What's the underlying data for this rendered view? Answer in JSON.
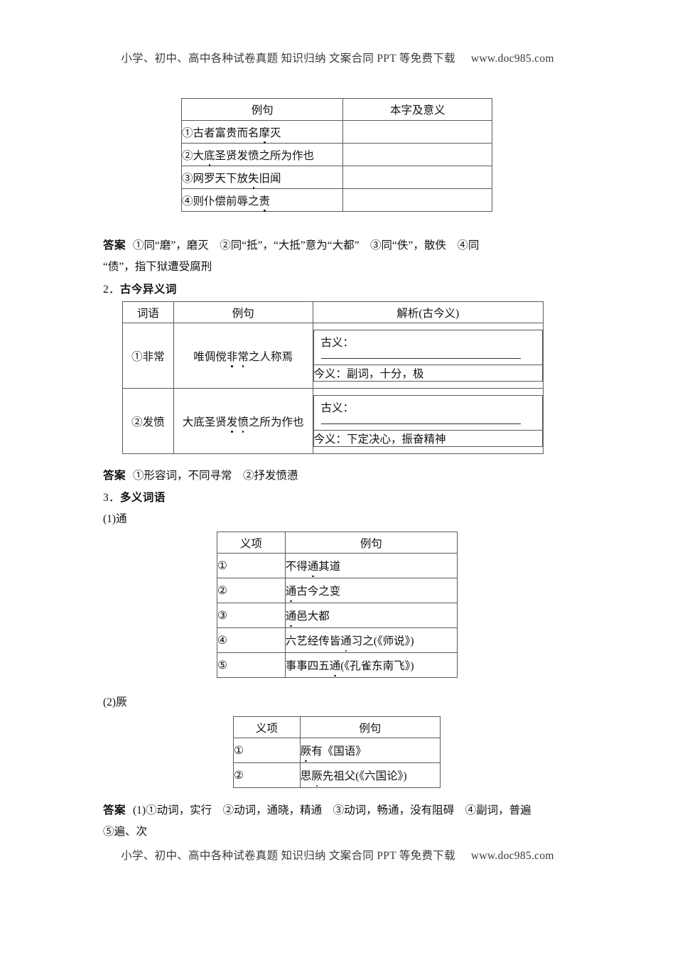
{
  "watermark": {
    "text": "小学、初中、高中各种试卷真题 知识归纳 文案合同 PPT 等免费下载",
    "url": "www.doc985.com"
  },
  "tables": {
    "tongjiazi": {
      "headers": [
        "例句",
        "本字及意义"
      ],
      "rows": [
        {
          "example_prefix": "①古者富贵而名",
          "example_dot": "摩",
          "example_suffix": "灭",
          "answer": ""
        },
        {
          "example_prefix": "②大",
          "example_dot": "底",
          "example_suffix": "圣贤发愤之所为作也",
          "answer": ""
        },
        {
          "example_prefix": "③网罗天下放",
          "example_dot": "失",
          "example_suffix": "旧闻",
          "answer": ""
        },
        {
          "example_prefix": "④则仆偿前辱之",
          "example_dot": "责",
          "example_suffix": "",
          "answer": ""
        }
      ]
    },
    "gujinyiyi": {
      "headers": [
        "词语",
        "例句",
        "解析(古今义)"
      ],
      "ancient_label": "古义：",
      "modern_label": "今义：",
      "rows": [
        {
          "word": "①非常",
          "example_prefix": "唯倜傥",
          "example_dot1": "非",
          "example_dot2": "常",
          "example_suffix": "之人称焉",
          "ancient": "",
          "modern": "副词，十分，极"
        },
        {
          "word": "②发愤",
          "example_prefix": "大底圣贤",
          "example_dot1": "发",
          "example_dot2": "愤",
          "example_suffix": "之所为作也",
          "ancient": "",
          "modern": "下定决心，振奋精神"
        }
      ]
    },
    "tong": {
      "headers": [
        "义项",
        "例句"
      ],
      "rows": [
        {
          "num": "①",
          "meaning": "",
          "example_prefix": "不得",
          "example_dot": "通",
          "example_suffix": "其道"
        },
        {
          "num": "②",
          "meaning": "",
          "example_prefix": "",
          "example_dot": "通",
          "example_suffix": "古今之变"
        },
        {
          "num": "③",
          "meaning": "",
          "example_prefix": "",
          "example_dot": "通",
          "example_suffix": "邑大都"
        },
        {
          "num": "④",
          "meaning": "",
          "example_prefix": "六艺经传皆",
          "example_dot": "通",
          "example_suffix": "习之(《师说》)"
        },
        {
          "num": "⑤",
          "meaning": "",
          "example_prefix": "事事四五",
          "example_dot": "通",
          "example_suffix": "(《孔雀东南飞》)"
        }
      ]
    },
    "jue": {
      "headers": [
        "义项",
        "例句"
      ],
      "rows": [
        {
          "num": "①",
          "meaning": "",
          "example_prefix": "",
          "example_dot": "厥",
          "example_suffix": "有《国语》"
        },
        {
          "num": "②",
          "meaning": "",
          "example_prefix": "思",
          "example_dot": "厥",
          "example_suffix": "先祖父(《六国论》)"
        }
      ]
    }
  },
  "answers": {
    "tongjiazi": {
      "label": "答案",
      "line1": "①同“磨”，磨灭　②同“抵”，“大抵”意为“大都”　③同“佚”，散佚　④同",
      "line2": "“债”，指下狱遭受腐刑"
    },
    "gujinyiyi": {
      "label": "答案",
      "line1": "①形容词，不同寻常　②抒发愤懑"
    },
    "duoyi": {
      "label": "答案",
      "line1": "(1)①动词，实行　②动词，通晓，精通　③动词，畅通，没有阻碍　④副词，普遍",
      "line2": "⑤遍、次"
    }
  },
  "headings": {
    "sec2": "2．古今异义词",
    "sec2_num": "2．",
    "sec2_text": "古今异义词",
    "sec3_num": "3．",
    "sec3_text": "多义词语",
    "sub1": "(1)通",
    "sub2": "(2)厥"
  }
}
